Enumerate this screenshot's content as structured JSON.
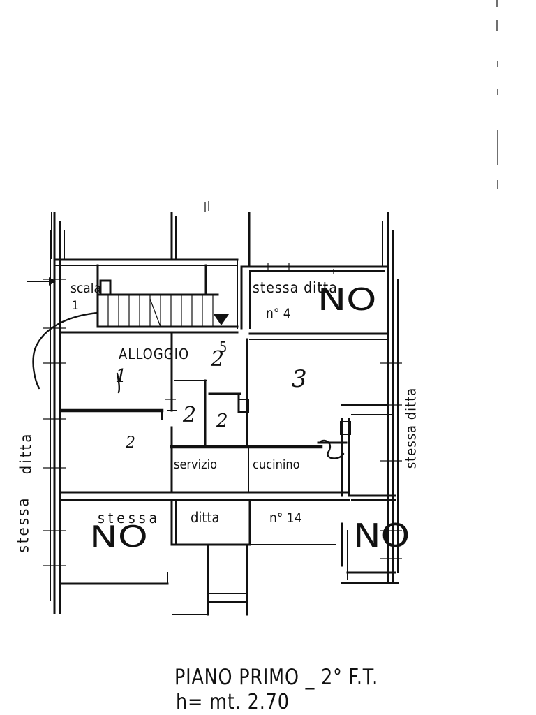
{
  "labels": {
    "scala": "scala",
    "scala_number": "1",
    "alloggio": "ALLOGGIO",
    "stessa_ditta_top": "stessa ditta",
    "n4": "n° 4",
    "room_1": "1",
    "room_2": "2",
    "room_3": "3",
    "number_5": "5",
    "servizio": "servizio",
    "cucinino": "cucinino",
    "stessa_bottom": "stessa",
    "ditta_bottom": "ditta",
    "n14": "n° 14",
    "stessa_ditta_left_1": "ditta",
    "stessa_ditta_left_2": "stessa",
    "stessa_ditta_right": "stessa ditta"
  },
  "annotations": {
    "no_top_right": "NO",
    "no_bottom_left": "NO",
    "no_bottom_right": "NO",
    "mark_2_alloggio": "2",
    "mark_2_corridor": "2",
    "mark_2_bath": "2",
    "mark_1_room": "1"
  },
  "caption": {
    "title": "PIANO PRIMO _ 2° F.T.",
    "height": "h= mt. 2.70"
  }
}
